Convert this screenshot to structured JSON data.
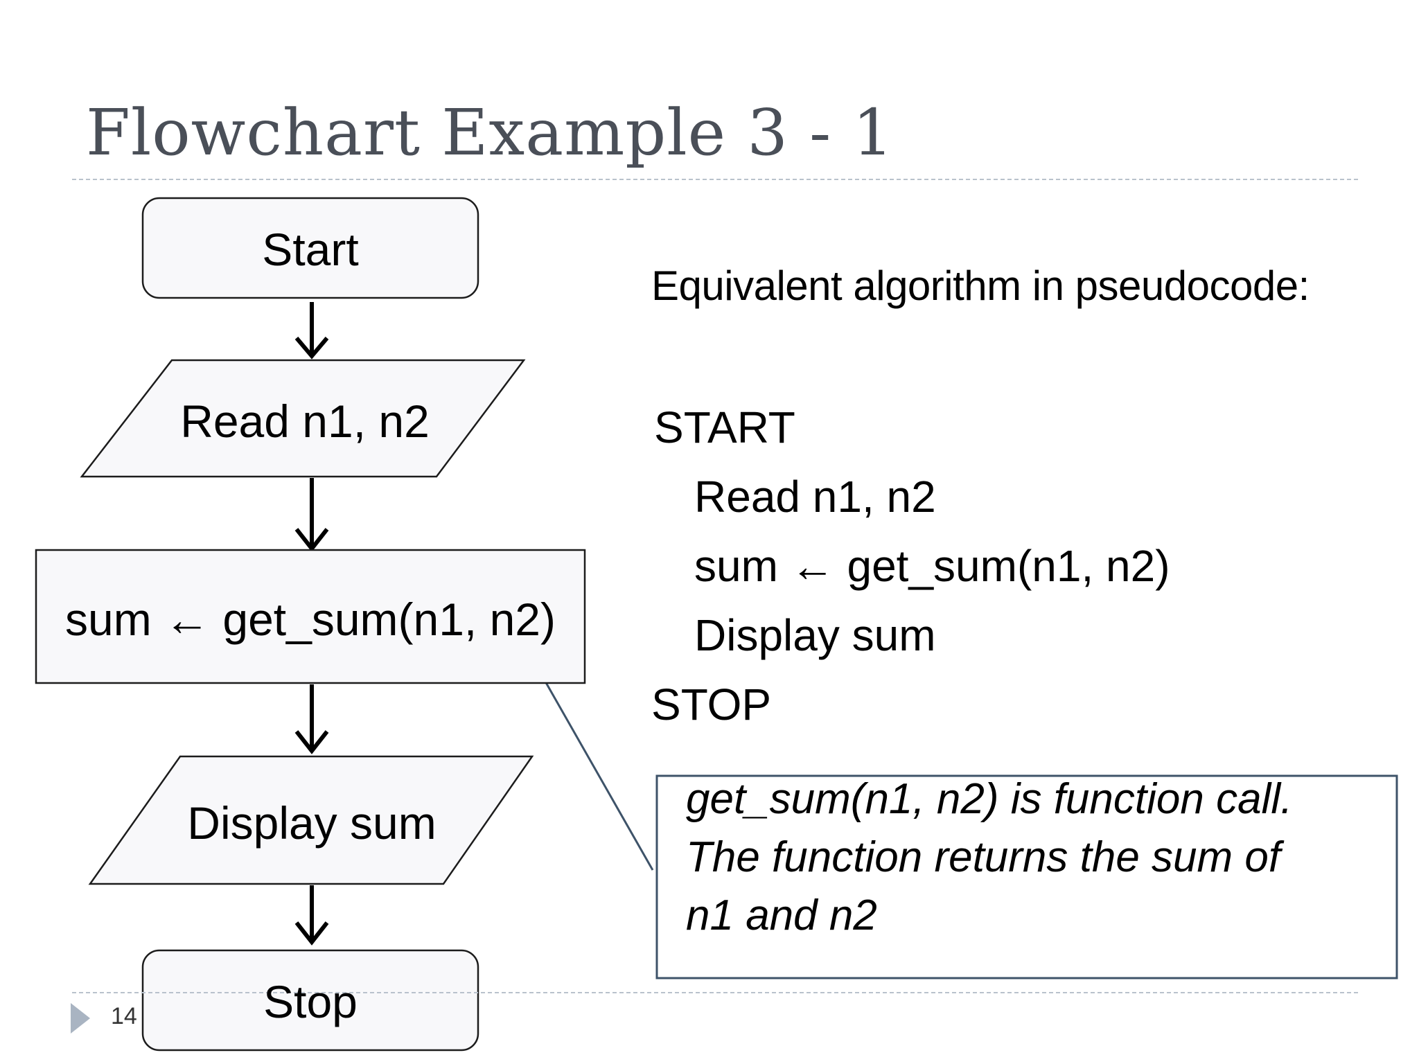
{
  "title": "Flowchart Example 3 - 1",
  "flowchart": {
    "start": "Start",
    "read": "Read n1, n2",
    "process": "sum ← get_sum(n1, n2)",
    "display": "Display sum",
    "stop": "Stop"
  },
  "pseudocode": {
    "heading": "Equivalent algorithm in pseudocode:",
    "lines": [
      "START",
      "Read n1, n2",
      "sum ← get_sum(n1, n2)",
      "Display sum",
      "STOP"
    ]
  },
  "callout": {
    "lines": [
      "get_sum(n1, n2) is function call.",
      "The function returns the sum of",
      "n1 and n2"
    ]
  },
  "page_number": "14"
}
